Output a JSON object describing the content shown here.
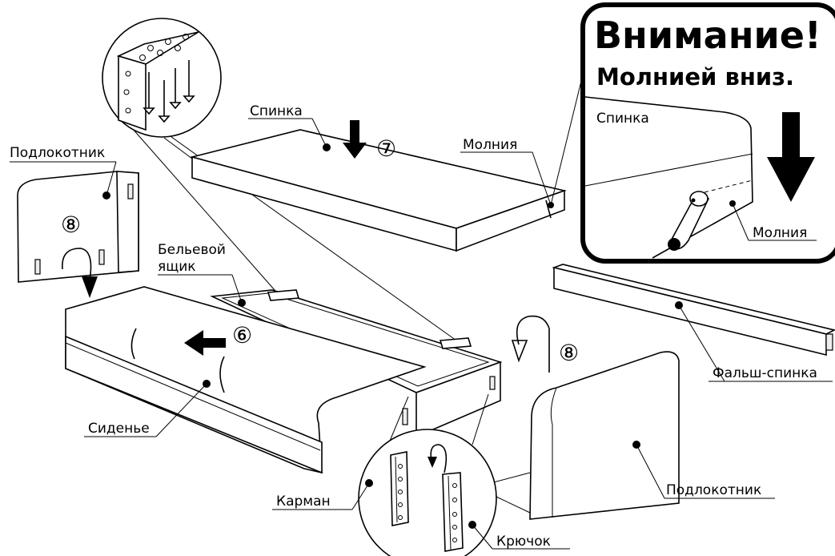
{
  "warning": {
    "title": "Внимание!",
    "subtitle": "Молнией вниз.",
    "back_label": "Спинка",
    "zipper_label": "Молния"
  },
  "labels": {
    "back": "Спинка",
    "zipper": "Молния",
    "armrest_left": "Подлокотник",
    "armrest_right": "Подлокотник",
    "storage_line1": "Бельевой",
    "storage_line2": "ящик",
    "seat": "Сиденье",
    "false_back": "Фальш-спинка",
    "pocket": "Карман",
    "hook": "Крючок"
  },
  "steps": {
    "back_step": "⑦",
    "seat_step": "⑥",
    "armrest_left_step": "⑧",
    "armrest_right_step": "⑧"
  },
  "colors": {
    "ink": "#000000",
    "paper": "#ffffff",
    "shade": "#ededed"
  }
}
